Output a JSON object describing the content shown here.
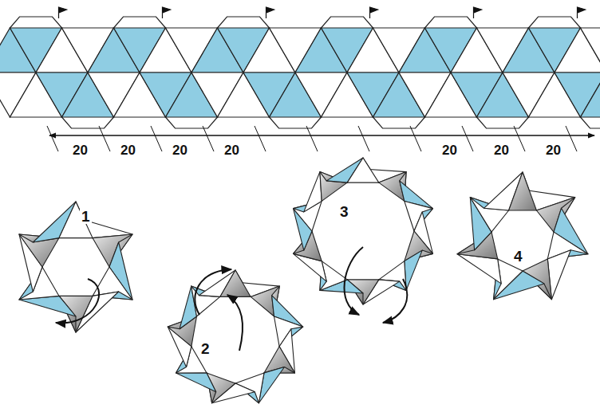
{
  "diagram": {
    "labels": [
      "20",
      "20",
      "20",
      "20",
      "20",
      "20",
      "20",
      "1",
      "2",
      "3",
      "4"
    ]
  }
}
